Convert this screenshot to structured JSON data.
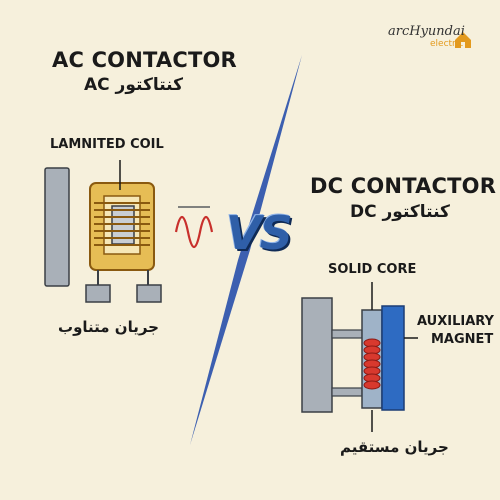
{
  "logo": {
    "main": "arcHyundai",
    "sub": "electric"
  },
  "ac": {
    "title": "AC CONTACTOR",
    "title_fa": "کنتاکتور AC",
    "coil_label": "LAMNITED COIL",
    "current_fa": "جریان متناوب"
  },
  "vs_text": "VS",
  "dc": {
    "title": "DC CONTACTOR",
    "title_fa": "کنتاکتور DC",
    "core_label": "SOLID CORE",
    "aux_label_line1": "AUXILIARY",
    "aux_label_line2": "MAGNET",
    "current_fa": "جریان مستقیم"
  },
  "colors": {
    "background": "#f6f0dc",
    "coil_gold": "#d9a93a",
    "coil_dark": "#8a5a10",
    "frame_gray": "#a9b0b8",
    "wave_red": "#c8302c",
    "dc_blue": "#2e6bc2",
    "dc_coil_red": "#d8392e",
    "vs_blue": "#2f5fa8"
  }
}
